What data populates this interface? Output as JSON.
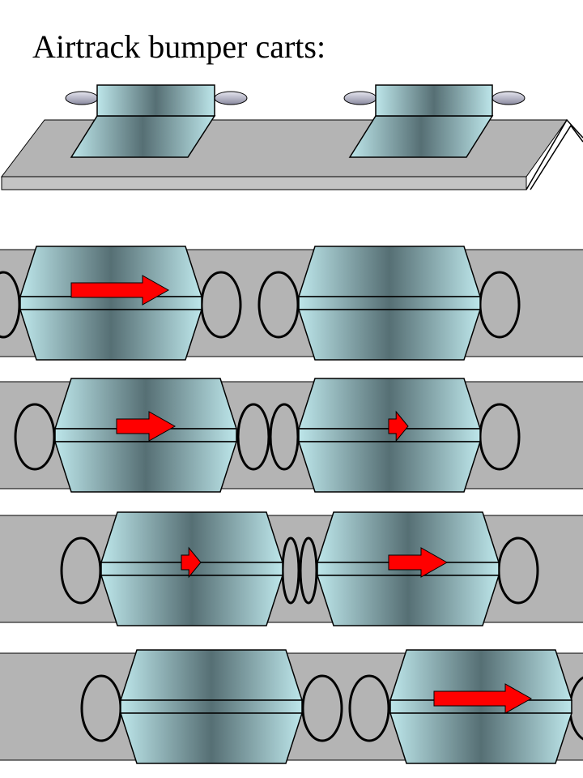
{
  "title": "Airtrack bumper carts:",
  "colors": {
    "track": "#b4b4b4",
    "track_side": "#c4c4c4",
    "outline": "#000000",
    "cart_edge": "#bde6ea",
    "cart_mid": "#566f74",
    "cart_light": "#a5d4da",
    "bumper_ring_light": "#e6e6f0",
    "bumper_ring_dark": "#8a8aa0",
    "arrow": "#ff0000",
    "background": "#ffffff"
  },
  "icons": {
    "arrow": "velocity-arrow-icon",
    "bumper": "bumper-ring-icon"
  },
  "stages": [
    {
      "name": "before-collision",
      "left_cart_velocity": 1.0,
      "right_cart_velocity": 0.0
    },
    {
      "name": "bumpers-touching",
      "left_cart_velocity": 0.6,
      "right_cart_velocity": 0.2
    },
    {
      "name": "bumpers-compressed",
      "left_cart_velocity": 0.2,
      "right_cart_velocity": 0.6
    },
    {
      "name": "after-collision",
      "left_cart_velocity": 0.0,
      "right_cart_velocity": 1.0
    }
  ]
}
